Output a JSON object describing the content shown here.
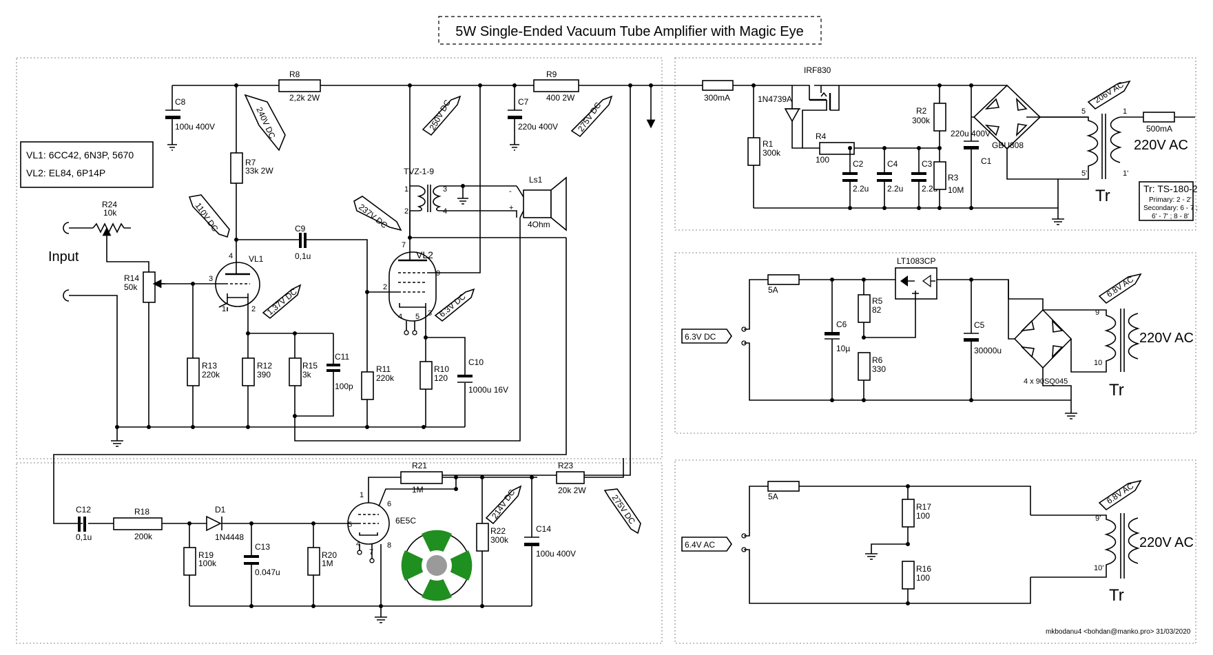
{
  "title": "5W Single-Ended Vacuum Tube Amplifier with Magic Eye",
  "tube_note": [
    "VL1: 6CC42, 6N3P, 5670",
    "VL2: EL84, 6P14P"
  ],
  "input_label": "Input",
  "tubes": {
    "vl1": "VL1",
    "vl2": "VL2",
    "eye": "6E5C"
  },
  "output_transformer": "TVZ-1-9",
  "speaker": {
    "name": "Ls1",
    "impedance": "4Ohm"
  },
  "resistors": {
    "r1": {
      "name": "R1",
      "value": "300k"
    },
    "r2": {
      "name": "R2",
      "value": "300k"
    },
    "r3": {
      "name": "R3",
      "value": "10M"
    },
    "r4": {
      "name": "R4",
      "value": "100"
    },
    "r5": {
      "name": "R5",
      "value": "82"
    },
    "r6": {
      "name": "R6",
      "value": "330"
    },
    "r7": {
      "name": "R7",
      "value": "33k 2W"
    },
    "r8": {
      "name": "R8",
      "value": "2,2k 2W"
    },
    "r9": {
      "name": "R9",
      "value": "400 2W"
    },
    "r10": {
      "name": "R10",
      "value": "120"
    },
    "r11": {
      "name": "R11",
      "value": "220k"
    },
    "r12": {
      "name": "R12",
      "value": "390"
    },
    "r13": {
      "name": "R13",
      "value": "220k"
    },
    "r14": {
      "name": "R14",
      "value": "50k"
    },
    "r15": {
      "name": "R15",
      "value": "3k"
    },
    "r16": {
      "name": "R16",
      "value": "100"
    },
    "r17": {
      "name": "R17",
      "value": "100"
    },
    "r18": {
      "name": "R18",
      "value": "200k"
    },
    "r19": {
      "name": "R19",
      "value": "100k"
    },
    "r20": {
      "name": "R20",
      "value": "1M"
    },
    "r21": {
      "name": "R21",
      "value": "1M"
    },
    "r22": {
      "name": "R22",
      "value": "300k"
    },
    "r23": {
      "name": "R23",
      "value": "20k 2W"
    },
    "r24": {
      "name": "R24",
      "value": "10k"
    }
  },
  "capacitors": {
    "c1": {
      "name": "C1",
      "value": "220u 400V"
    },
    "c2": {
      "name": "C2",
      "value": "2.2u"
    },
    "c3": {
      "name": "C3",
      "value": "2.2u"
    },
    "c4": {
      "name": "C4",
      "value": "2.2u"
    },
    "c5": {
      "name": "C5",
      "value": "30000u"
    },
    "c6": {
      "name": "C6",
      "value": "10µ"
    },
    "c7": {
      "name": "C7",
      "value": "220u 400V"
    },
    "c8": {
      "name": "C8",
      "value": "100u 400V"
    },
    "c9": {
      "name": "C9",
      "value": "0,1u"
    },
    "c10": {
      "name": "C10",
      "value": "1000u 16V"
    },
    "c11": {
      "name": "C11",
      "value": "100p"
    },
    "c12": {
      "name": "C12",
      "value": "0,1u"
    },
    "c13": {
      "name": "C13",
      "value": "0.047u"
    },
    "c14": {
      "name": "C14",
      "value": "100u 400V"
    }
  },
  "semis": {
    "d1": {
      "name": "D1",
      "value": "1N4448"
    },
    "zener": "1N4739A",
    "mosfet": "IRF830",
    "bridge": "GBU808",
    "regulator": "LT1083CP",
    "diodes": "4 x 90SQ045"
  },
  "fuses": {
    "main": "300mA",
    "primary": "500mA",
    "f1": "5A",
    "f2": "5A"
  },
  "voltages": {
    "v240": "240V DC",
    "v250": "250V DC",
    "v275a": "275V DC",
    "v110": "110V DC",
    "v237": "237V DC",
    "v137": "1,37V DC",
    "v63": "6.3V DC",
    "v214": "214V DC",
    "v275b": "275V DC",
    "v206ac": "206V AC",
    "v68a": "6.8V AC",
    "v68b": "6.8V AC",
    "v63dc": "6.3V DC",
    "v64ac": "6.4V AC"
  },
  "mains": "220V AC",
  "transformer": {
    "tr": "Tr",
    "model": "Tr: TS-180-2",
    "primary": "Primary: 2 - 2'",
    "secondary": "Secondary: 6 - 7 ;",
    "secondary2": "6' - 7' ; 8 - 8'"
  },
  "author": "mkbodanu4 <bohdan@manko.pro> 31/03/2020",
  "colors": {
    "eye_green": "#1f8f1f",
    "eye_center": "#9a9a9a"
  }
}
